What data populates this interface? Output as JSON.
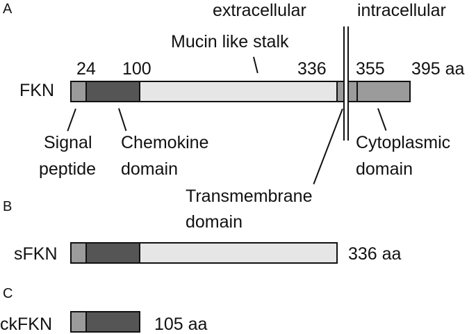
{
  "panels": {
    "a": "A",
    "b": "B",
    "c": "C"
  },
  "regions": {
    "extracellular": "extracellular",
    "intracellular": "intracellular"
  },
  "fkn": {
    "name": "FKN",
    "positions": {
      "p24": "24",
      "p100": "100",
      "p336": "336",
      "p355": "355",
      "end": "395 aa"
    },
    "labels": {
      "stalk": "Mucin like stalk",
      "signal_1": "Signal",
      "signal_2": "peptide",
      "chemokine_1": "Chemokine",
      "chemokine_2": "domain",
      "tm_1": "Transmembrane",
      "tm_2": "domain",
      "cyto_1": "Cytoplasmic",
      "cyto_2": "domain"
    }
  },
  "sfkn": {
    "name": "sFKN",
    "length": "336 aa"
  },
  "ckfkn": {
    "name": "ckFKN",
    "length": "105 aa"
  },
  "colors": {
    "signal": "#9b9b9b",
    "chemokine": "#555555",
    "stalk": "#e6e6e6",
    "transmembrane": "#9b9b9b",
    "cytoplasmic": "#9b9b9b"
  }
}
